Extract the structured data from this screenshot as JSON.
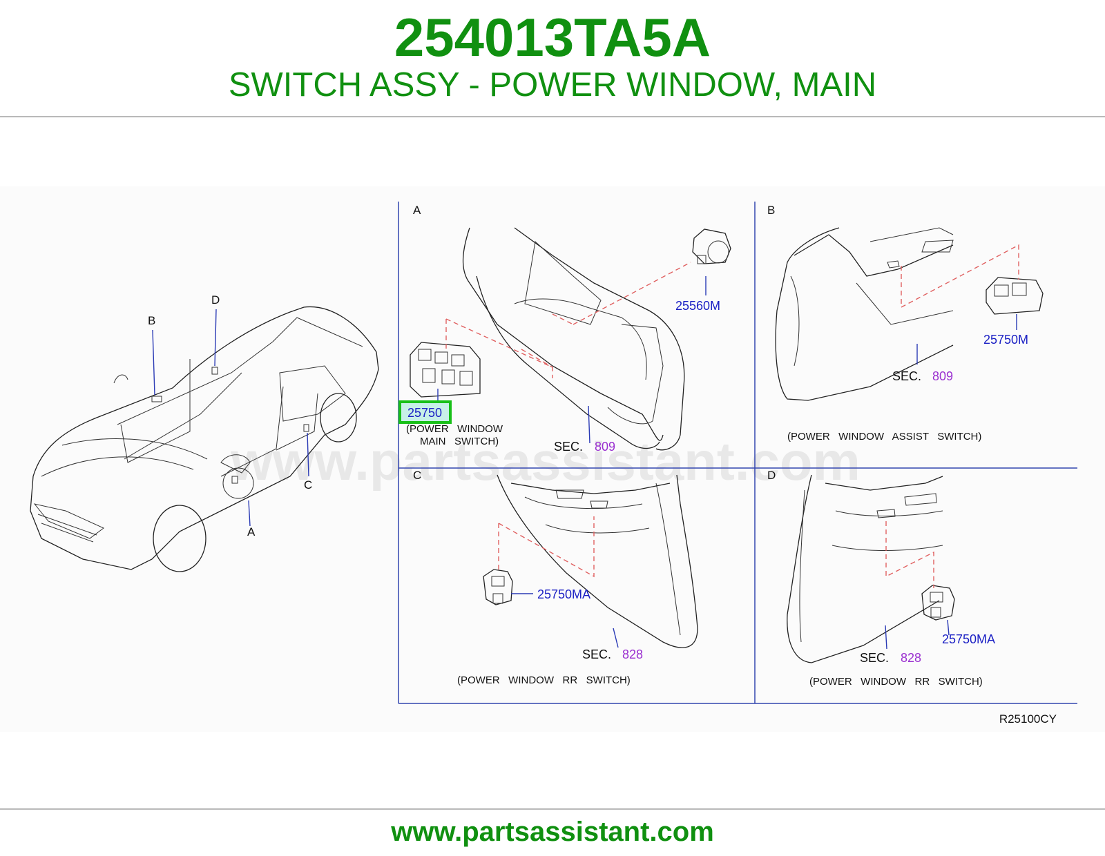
{
  "header": {
    "part_number": "254013TA5A",
    "description": "SWITCH ASSY - POWER WINDOW, MAIN"
  },
  "footer": {
    "url": "www.partsassistant.com"
  },
  "watermark": "www.partsassistant.com",
  "colors": {
    "brand_green": "#109010",
    "part_blue": "#1a1fc4",
    "section_purple": "#9a2fd0",
    "highlight_green": "#18c018",
    "dash_red": "#e06060",
    "frame_blue": "#3346b0"
  },
  "diagram": {
    "reference": "R25100CY",
    "car_labels": {
      "a": "A",
      "b": "B",
      "c": "C",
      "d": "D"
    },
    "panel_a": {
      "label": "A",
      "main_part": "25750",
      "main_caption_1": "(POWER   WINDOW",
      "main_caption_2": "MAIN   SWITCH)",
      "part_2": "25560M",
      "sec_prefix": "SEC.",
      "sec_num": "809"
    },
    "panel_b": {
      "label": "B",
      "part": "25750M",
      "sec_prefix": "SEC.",
      "sec_num": "809",
      "caption": "(POWER   WINDOW   ASSIST   SWITCH)"
    },
    "panel_c": {
      "label": "C",
      "part": "25750MA",
      "sec_prefix": "SEC.",
      "sec_num": "828",
      "caption": "(POWER   WINDOW   RR   SWITCH)"
    },
    "panel_d": {
      "label": "D",
      "part": "25750MA",
      "sec_prefix": "SEC.",
      "sec_num": "828",
      "caption": "(POWER   WINDOW   RR   SWITCH)"
    }
  }
}
